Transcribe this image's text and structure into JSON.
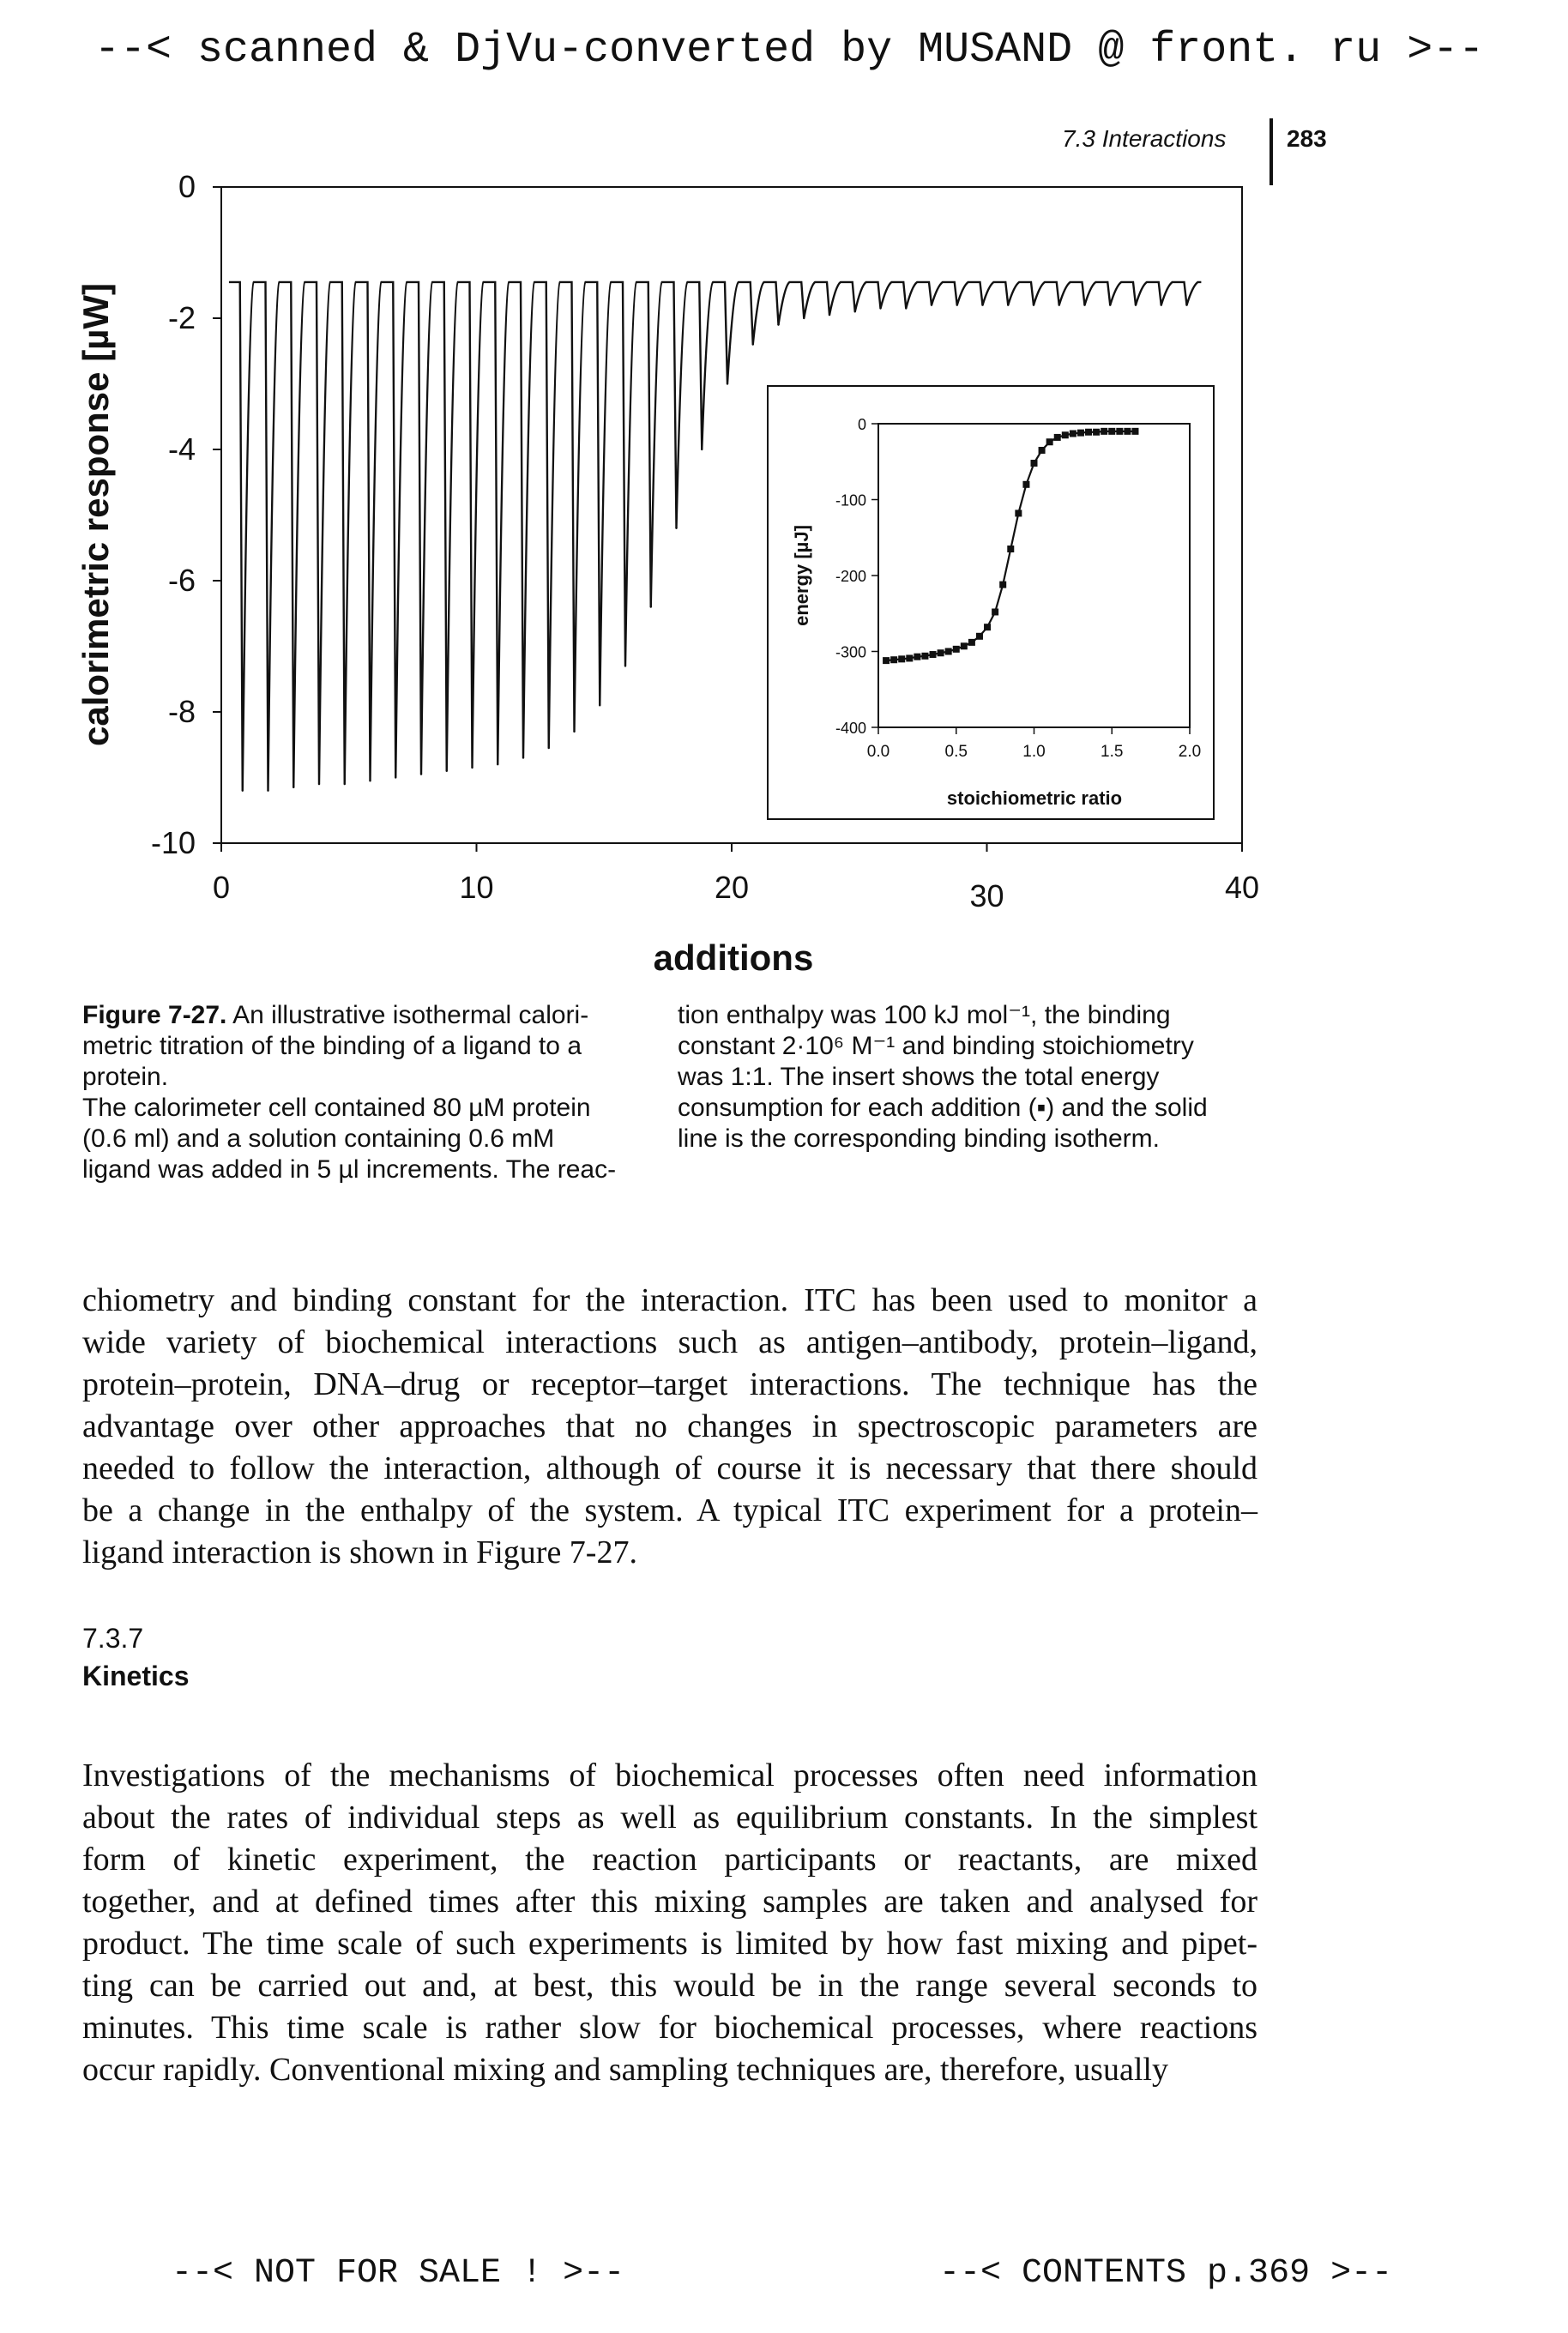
{
  "banner": {
    "top": "--< scanned & DjVu-converted by MUSAND @ front. ru >--",
    "bottom_left": "--< NOT FOR SALE ! >--",
    "bottom_right": "--< CONTENTS p.369 >--"
  },
  "running_head": {
    "section": "7.3 Interactions",
    "page_number": "283"
  },
  "chart_data": [
    {
      "type": "line",
      "xlabel": "additions",
      "ylabel": "calorimetric response [µW]",
      "xlim": [
        0,
        40
      ],
      "ylim": [
        -10,
        0
      ],
      "xticks": [
        "0",
        "10",
        "20",
        "30",
        "40"
      ],
      "yticks": [
        "0",
        "-2",
        "-4",
        "-6",
        "-8",
        "-10"
      ],
      "baseline": -1.45,
      "injections": [
        1,
        2,
        3,
        4,
        5,
        6,
        7,
        8,
        9,
        10,
        11,
        12,
        13,
        14,
        15,
        16,
        17,
        18,
        19,
        20,
        21,
        22,
        23,
        24,
        25,
        26,
        27,
        28,
        29,
        30,
        31,
        32,
        33,
        34,
        35,
        36,
        37,
        38
      ],
      "peak_minima": [
        -9.2,
        -9.2,
        -9.15,
        -9.1,
        -9.1,
        -9.05,
        -9.0,
        -8.95,
        -8.9,
        -8.85,
        -8.8,
        -8.7,
        -8.55,
        -8.3,
        -7.9,
        -7.3,
        -6.4,
        -5.2,
        -4.0,
        -3.0,
        -2.4,
        -2.1,
        -2.0,
        -1.95,
        -1.9,
        -1.85,
        -1.85,
        -1.8,
        -1.8,
        -1.8,
        -1.8,
        -1.8,
        -1.8,
        -1.8,
        -1.8,
        -1.8,
        -1.8,
        -1.8
      ],
      "grid": false,
      "legend": "none"
    },
    {
      "type": "scatter",
      "xlabel": "stoichiometric ratio",
      "ylabel": "energy [µJ]",
      "xlim": [
        0,
        2.0
      ],
      "ylim": [
        -400,
        0
      ],
      "xticks": [
        "0.0",
        "0.5",
        "1.0",
        "1.5",
        "2.0"
      ],
      "yticks": [
        "0",
        "-100",
        "-200",
        "-300",
        "-400"
      ],
      "x": [
        0.05,
        0.1,
        0.15,
        0.2,
        0.25,
        0.3,
        0.35,
        0.4,
        0.45,
        0.5,
        0.55,
        0.6,
        0.65,
        0.7,
        0.75,
        0.8,
        0.85,
        0.9,
        0.95,
        1.0,
        1.05,
        1.1,
        1.15,
        1.2,
        1.25,
        1.3,
        1.35,
        1.4,
        1.45,
        1.5,
        1.55,
        1.6,
        1.65
      ],
      "y": [
        -312,
        -311,
        -310,
        -309,
        -307,
        -306,
        -304,
        -302,
        -300,
        -297,
        -293,
        -288,
        -280,
        -268,
        -248,
        -212,
        -165,
        -118,
        -80,
        -52,
        -35,
        -24,
        -18,
        -15,
        -13,
        -12,
        -11,
        -11,
        -10,
        -10,
        -10,
        -10,
        -10
      ],
      "series": [
        {
          "name": "",
          "style": "markers",
          "marker": "square"
        },
        {
          "name": "",
          "style": "solid line",
          "fit": "binding isotherm"
        }
      ],
      "grid": false,
      "legend": "none"
    }
  ],
  "caption": {
    "label": "Figure 7-27.",
    "left_lines": [
      " An illustrative isothermal calori-",
      "metric titration of the binding of a ligand to a",
      "protein.",
      "The calorimeter cell contained 80 µM protein",
      "(0.6 ml) and a solution containing 0.6 mM",
      "ligand was added in 5 µl increments. The reac-"
    ],
    "right_lines": [
      "tion enthalpy was 100 kJ mol⁻¹, the binding",
      "constant 2·10⁶ M⁻¹ and binding stoichiometry",
      "was 1:1. The insert shows the total energy",
      "consumption for each addition (▪) and the solid",
      "line is the corresponding binding isotherm."
    ]
  },
  "paragraph1": [
    "chiometry and binding constant for the interaction. ITC has been used to monitor a",
    "wide variety of biochemical interactions such as antigen–antibody, protein–ligand,",
    "protein–protein, DNA–drug or receptor–target interactions. The technique has the",
    "advantage over other approaches that no changes in spectroscopic parameters are",
    "needed to follow the interaction, although of course it is necessary that there should",
    "be a change in the enthalpy of the system. A typical ITC experiment for a protein–",
    "ligand interaction is shown in Figure 7-27."
  ],
  "section": {
    "number": "7.3.7",
    "title": "Kinetics"
  },
  "paragraph2": [
    "Investigations of the mechanisms of biochemical processes often need information",
    "about the rates of individual steps as well as equilibrium constants. In the simplest",
    "form of kinetic experiment, the reaction participants or reactants, are mixed",
    "together, and at defined times after this mixing samples are taken and analysed for",
    "product. The time scale of such experiments is limited by how fast mixing and pipet-",
    "ting can be carried out and, at best, this would be in the range several seconds to",
    "minutes. This time scale is rather slow for biochemical processes, where reactions",
    "occur rapidly. Conventional mixing and sampling techniques are, therefore, usually"
  ]
}
